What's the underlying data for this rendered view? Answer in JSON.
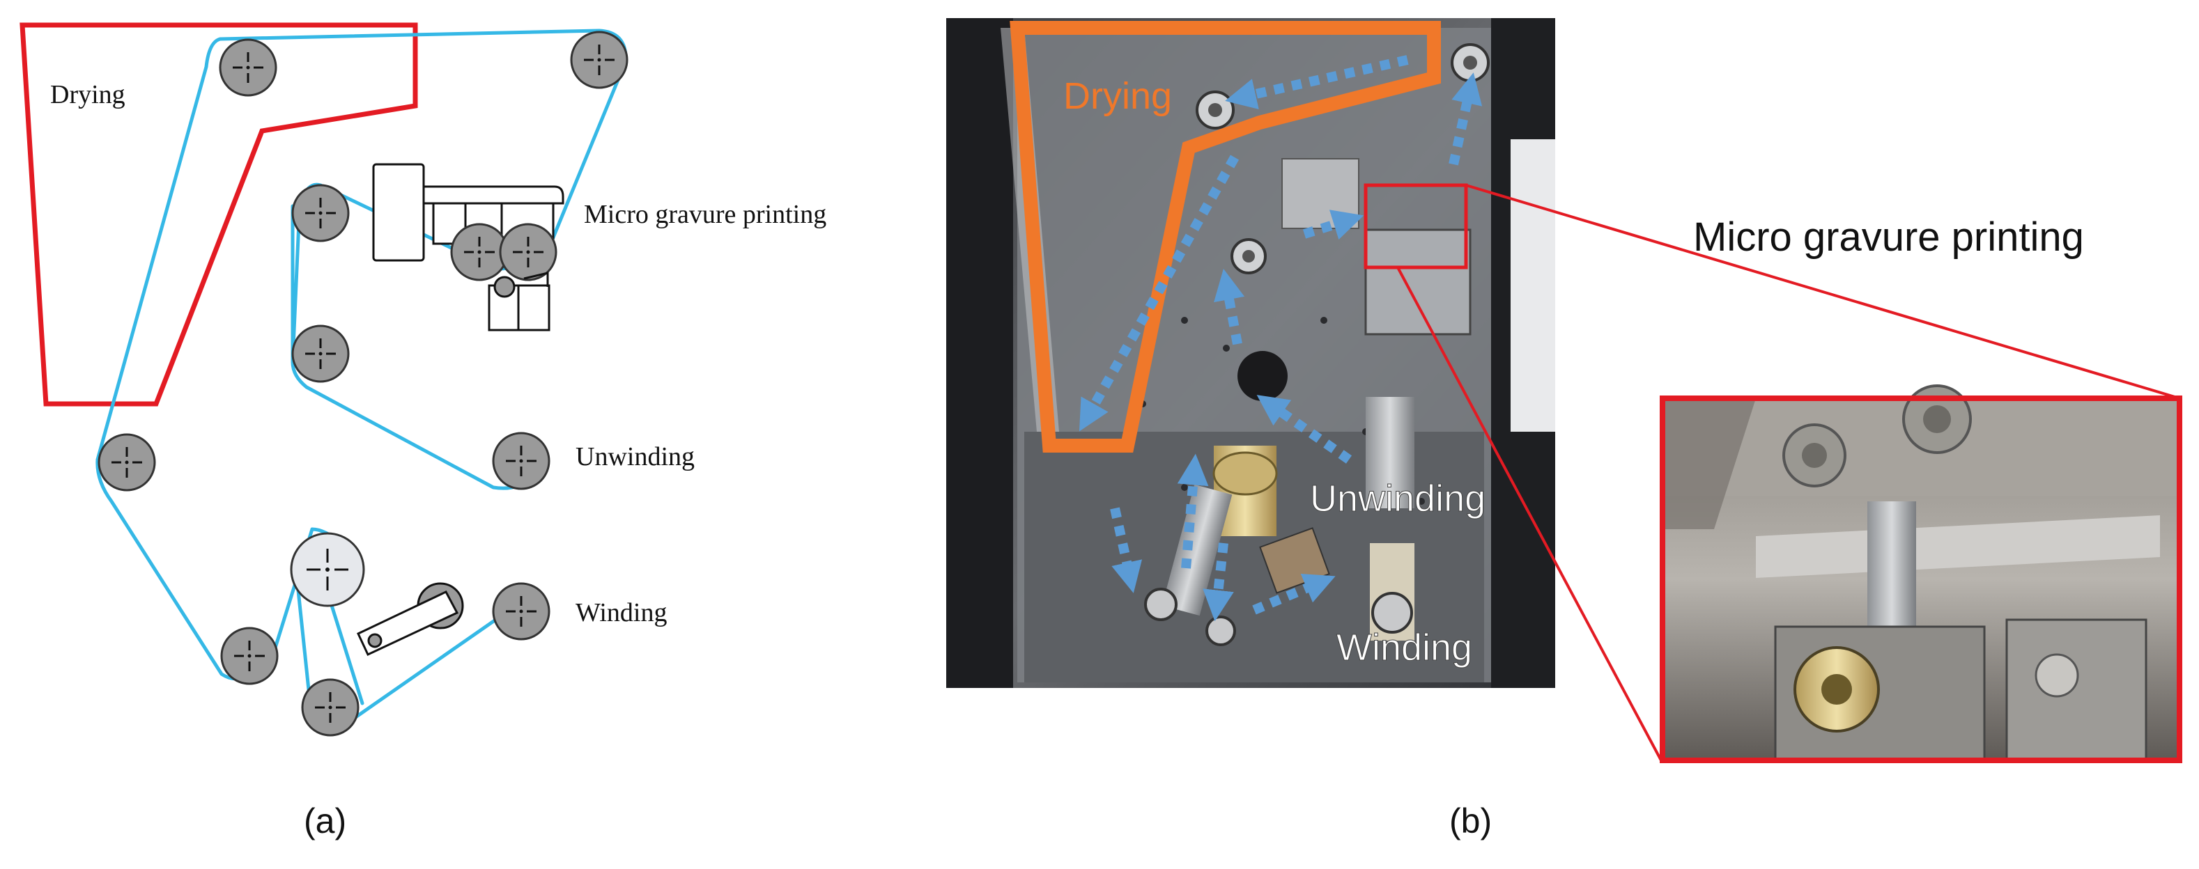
{
  "panel_a": {
    "labels": {
      "drying": "Drying",
      "micro_gravure": "Micro gravure printing",
      "unwinding": "Unwinding",
      "winding": "Winding"
    },
    "caption": "(a)"
  },
  "panel_b": {
    "labels": {
      "drying": "Drying",
      "unwinding": "Unwinding",
      "winding": "Winding",
      "micro_gravure": "Micro gravure printing"
    },
    "caption": "(b)"
  },
  "colors": {
    "drying_outline_a": "#e31b23",
    "web_path": "#35b8e6",
    "roller_fill": "#9a9a9a",
    "drying_outline_b": "#f0782a",
    "flow_arrows": "#5b9bd5",
    "highlight_box": "#e31b23",
    "photo_label": "#ffffff"
  },
  "icons": {
    "roller": "roller-icon",
    "gravure_unit": "gravure-printer-icon",
    "ink_tank": "ink-tank-icon",
    "tension_arm": "tension-arm-icon",
    "flow_arrow": "dashed-arrow-icon"
  }
}
